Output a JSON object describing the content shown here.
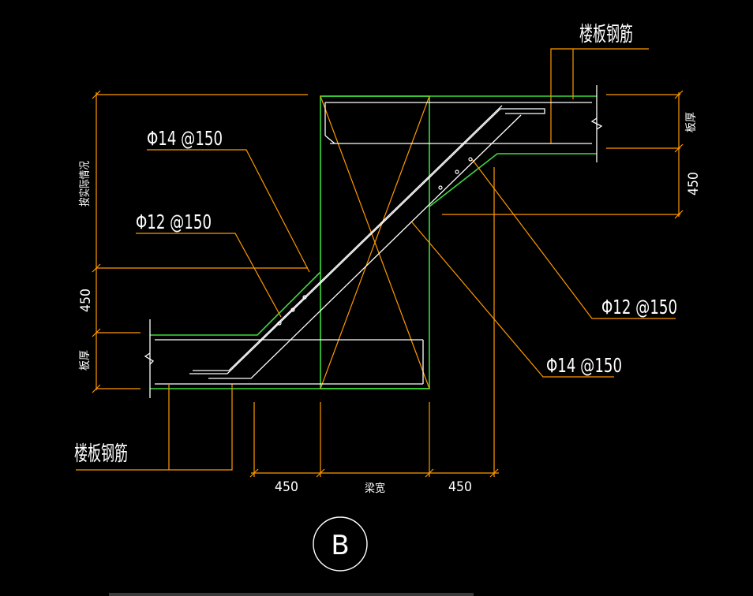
{
  "labels": {
    "slab_rebar": "楼板钢筋",
    "phi14_150": "Φ14 @150",
    "phi12_150": "Φ12 @150",
    "dim_450": "450",
    "beam_width": "梁宽",
    "slab_thickness": "板厚",
    "per_actual": "按实际情况",
    "section_mark": "B"
  },
  "colors": {
    "background": "#000000",
    "green": "#3ddc3d",
    "orange": "#ff9900",
    "white": "#ffffff",
    "scroll": "#3a3a3a"
  }
}
